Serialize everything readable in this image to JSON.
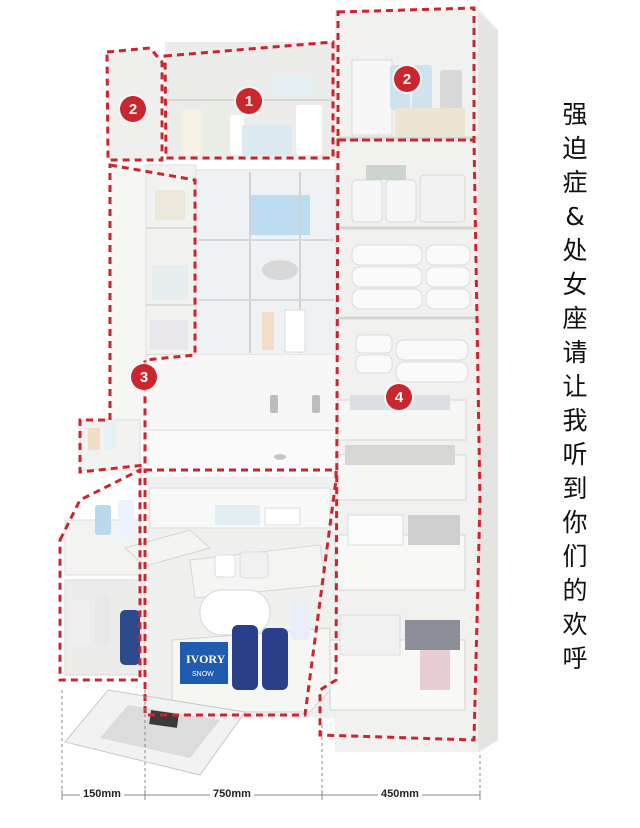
{
  "colors": {
    "accent_red": "#c9272d",
    "cabinet_white": "#f4f4f2",
    "shelf_grey": "#e2e2e0",
    "towel_white": "#fafafa"
  },
  "zones": [
    {
      "label": "1"
    },
    {
      "label": "2"
    },
    {
      "label": "2"
    },
    {
      "label": "3"
    },
    {
      "label": "4"
    }
  ],
  "dimensions": [
    "150mm",
    "750mm",
    "450mm"
  ],
  "caption_chars": [
    "强",
    "迫",
    "症",
    "&",
    "处",
    "女",
    "座",
    "请",
    "让",
    "我",
    "听",
    "到",
    "你",
    "们",
    "的",
    "欢",
    "呼"
  ],
  "products": {
    "ivory_box": "IVORY",
    "ivory_sub": "SNOW"
  }
}
